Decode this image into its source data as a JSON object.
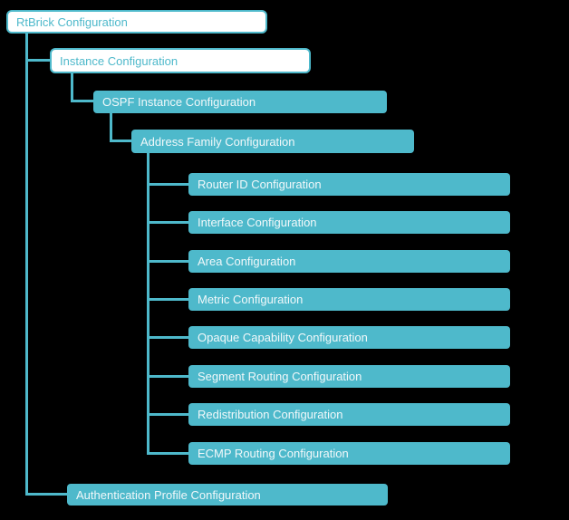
{
  "colors": {
    "teal": "#4EB9CB",
    "background": "#000000",
    "box-white-bg": "#FFFFFF",
    "box-light-text": "#F1F8FA"
  },
  "nodes": [
    {
      "id": "rtbrick",
      "label": "RtBrick Configuration",
      "style": "outline",
      "parent": null
    },
    {
      "id": "instance",
      "label": "Instance Configuration",
      "style": "outline",
      "parent": "rtbrick"
    },
    {
      "id": "ospf-instance",
      "label": "OSPF Instance Configuration",
      "style": "solid",
      "parent": "instance"
    },
    {
      "id": "address-family",
      "label": "Address Family Configuration",
      "style": "solid",
      "parent": "ospf-instance"
    },
    {
      "id": "router-id",
      "label": "Router ID Configuration",
      "style": "solid",
      "parent": "address-family"
    },
    {
      "id": "interface",
      "label": "Interface Configuration",
      "style": "solid",
      "parent": "address-family"
    },
    {
      "id": "area",
      "label": "Area Configuration",
      "style": "solid",
      "parent": "address-family"
    },
    {
      "id": "metric",
      "label": "Metric Configuration",
      "style": "solid",
      "parent": "address-family"
    },
    {
      "id": "opaque-capability",
      "label": "Opaque Capability Configuration",
      "style": "solid",
      "parent": "address-family"
    },
    {
      "id": "segment-routing",
      "label": "Segment Routing Configuration",
      "style": "solid",
      "parent": "address-family"
    },
    {
      "id": "redistribution",
      "label": "Redistribution Configuration",
      "style": "solid",
      "parent": "address-family"
    },
    {
      "id": "ecmp-routing",
      "label": "ECMP Routing Configuration",
      "style": "solid",
      "parent": "address-family"
    },
    {
      "id": "authentication-profile",
      "label": "Authentication Profile Configuration",
      "style": "solid",
      "parent": "rtbrick"
    }
  ]
}
